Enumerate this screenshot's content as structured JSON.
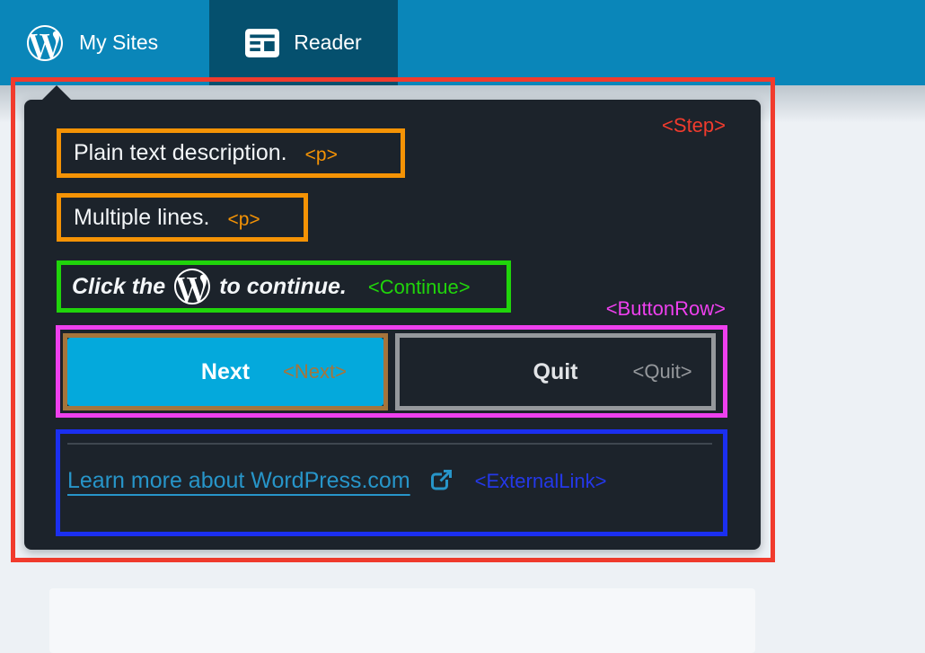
{
  "masterbar": {
    "my_sites_label": "My Sites",
    "reader_label": "Reader"
  },
  "popup": {
    "step_tag": "<Step>",
    "p1": {
      "text": "Plain text description.",
      "tag": "<p>"
    },
    "p2": {
      "text": "Multiple lines.",
      "tag": "<p>"
    },
    "continue": {
      "text_before": "Click the",
      "text_after": "to continue.",
      "tag": "<Continue>"
    },
    "button_row": {
      "tag": "<ButtonRow>",
      "next": {
        "label": "Next",
        "tag": "<Next>"
      },
      "quit": {
        "label": "Quit",
        "tag": "<Quit>"
      }
    },
    "external_link": {
      "label": "Learn more about WordPress.com",
      "tag": "<ExternalLink>"
    }
  },
  "colors": {
    "masterbar_blue": "#0a86b9",
    "reader_tab_teal": "#05506e",
    "popup_background": "#1c232b",
    "step_red": "#f13b2d",
    "p_orange": "#f59305",
    "continue_green": "#20d40b",
    "buttonrow_magenta": "#ee40ee",
    "next_tan": "#a5753c",
    "quit_gray": "#95989c",
    "externallink_blue": "#1b2ff0",
    "next_button_blue": "#04a9dc",
    "link_blue": "#2795c9"
  }
}
